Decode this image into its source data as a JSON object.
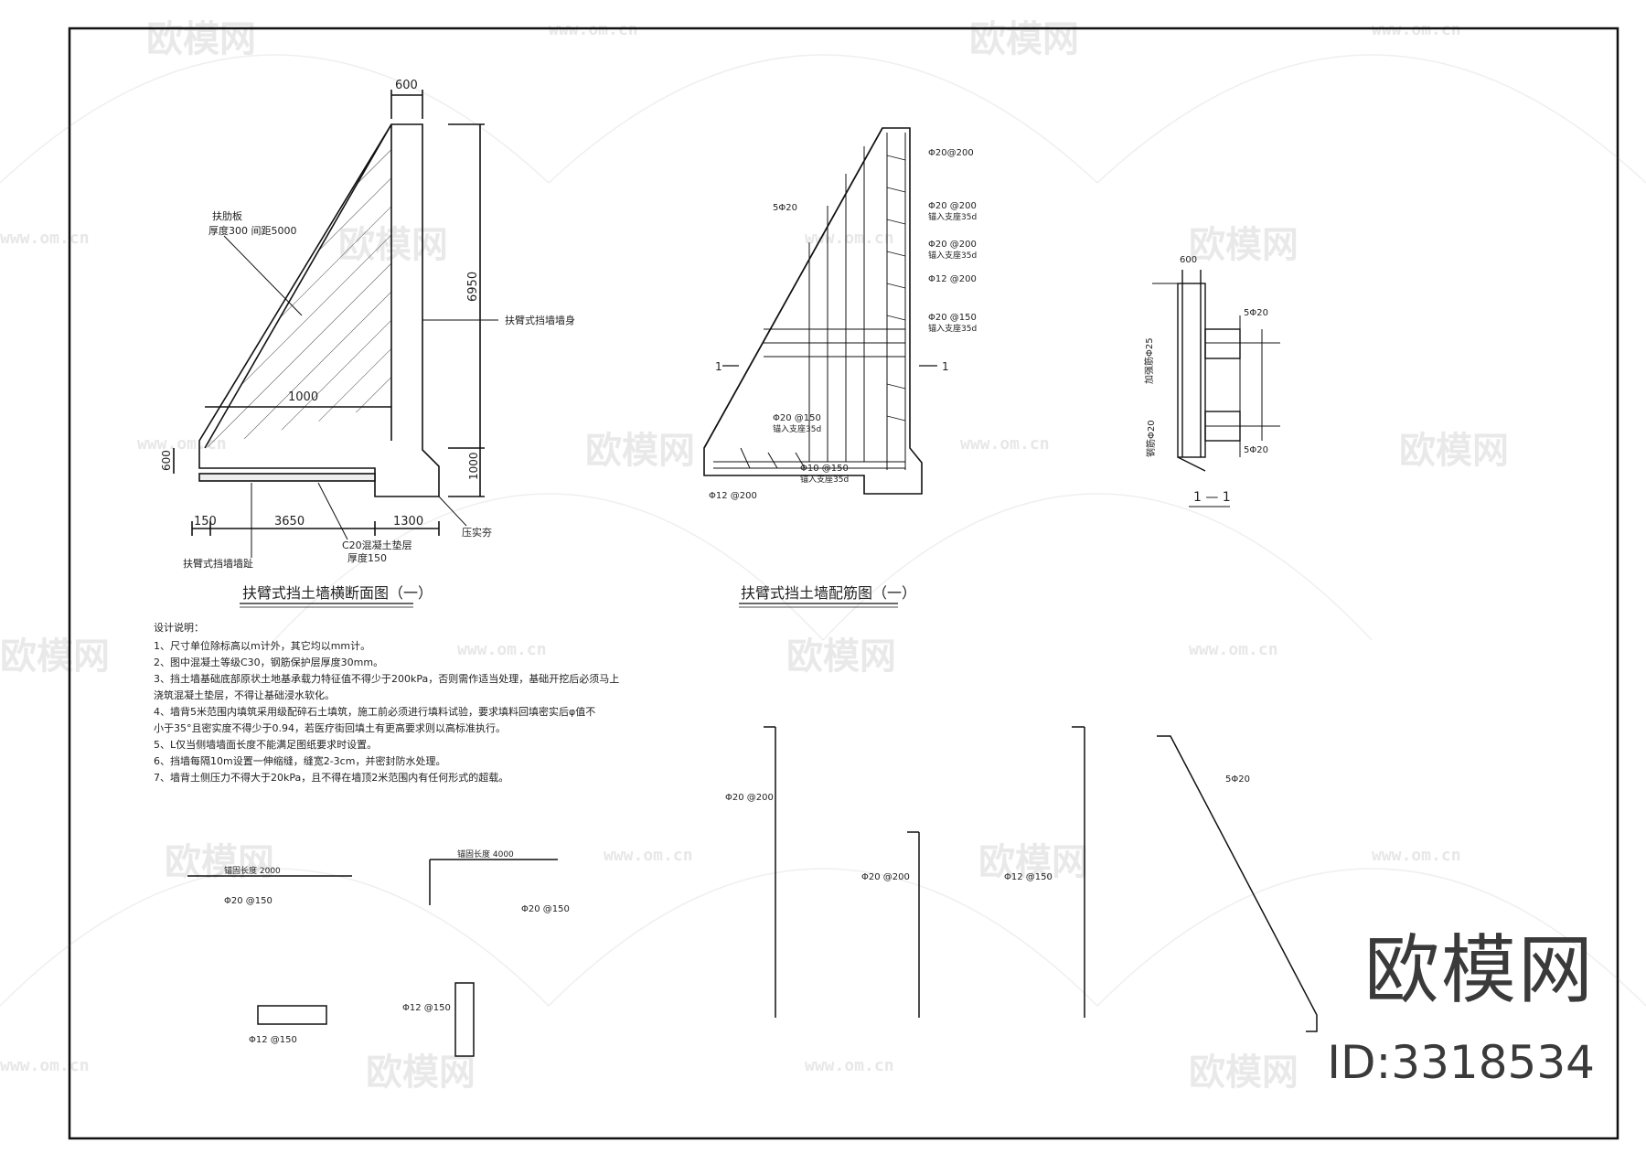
{
  "section": {
    "title": "扶臂式挡土墙横断面图（一）",
    "dim_top": "600",
    "dim_height": "6950",
    "dim_base_width": "1000",
    "dim_toe_height": "600",
    "dim_foot_height": "1000",
    "dim_left": "150",
    "dim_heel": "3650",
    "dim_toe": "1300",
    "label_rib": "扶肋板",
    "label_rib_spec": "厚度300 间距5000",
    "label_wall": "扶臂式挡墙墙身",
    "label_base": "C20混凝土垫层",
    "label_base_spec": "厚度150",
    "label_seam": "扶臂式挡墙墙趾",
    "label_backfill": "压实夯"
  },
  "rebar": {
    "title": "扶臂式挡土墙配筋图（一）",
    "section_mark": "1",
    "labels": [
      "Φ20 @200",
      "Φ20 @200",
      "Φ12 @200",
      "Φ20 @150",
      "Φ20 @150",
      "Φ10 @150",
      "Φ12 @200",
      "Φ20@200",
      "5Φ20"
    ],
    "notes": [
      "锚入支座35d",
      "锚入支座35d",
      "锚入支座35d",
      "锚入支座35d",
      "锚入支座35d"
    ]
  },
  "detail": {
    "title": "1 — 1",
    "dim_width": "600",
    "labels": [
      "5Φ20",
      "5Φ20",
      "加强筋Φ25",
      "钢筋Φ20"
    ]
  },
  "notes": {
    "heading": "设计说明：",
    "items": [
      "1、尺寸单位除标高以m计外，其它均以mm计。",
      "2、图中混凝土等级C30，钢筋保护层厚度30mm。",
      "3、挡土墙基础底部原状土地基承载力特征值不得少于200kPa，否则需作适当处理，基础开挖后必须马上",
      "   浇筑混凝土垫层，不得让基础浸水软化。",
      "4、墙背5米范围内填筑采用级配碎石土填筑，施工前必须进行填料试验，要求填料回填密实后φ值不",
      "   小于35°且密实度不得少于0.94，若医疗街回填土有更高要求则以高标准执行。",
      "5、L仅当侧墙墙面长度不能满足图纸要求时设置。",
      "6、挡墙每隔10m设置一伸缩缝，缝宽2-3cm，并密封防水处理。",
      "7、墙背土侧压力不得大于20kPa，且不得在墙顶2米范围内有任何形式的超载。"
    ]
  },
  "bar_details": {
    "bar4": "Φ20 @150",
    "bar5": "Φ20 @150",
    "bar5_len": "锚固长度 4000",
    "bar4_len": "锚固长度 2000",
    "bar8": "Φ12 @150",
    "bar9": "Φ12 @150",
    "bar1": "Φ20 @200",
    "bar2": "Φ20 @200",
    "bar3": "Φ12 @150",
    "bar10": "5Φ20"
  },
  "watermark": {
    "brand": "欧模网",
    "url": "www.om.cn",
    "id": "ID:3318534"
  }
}
